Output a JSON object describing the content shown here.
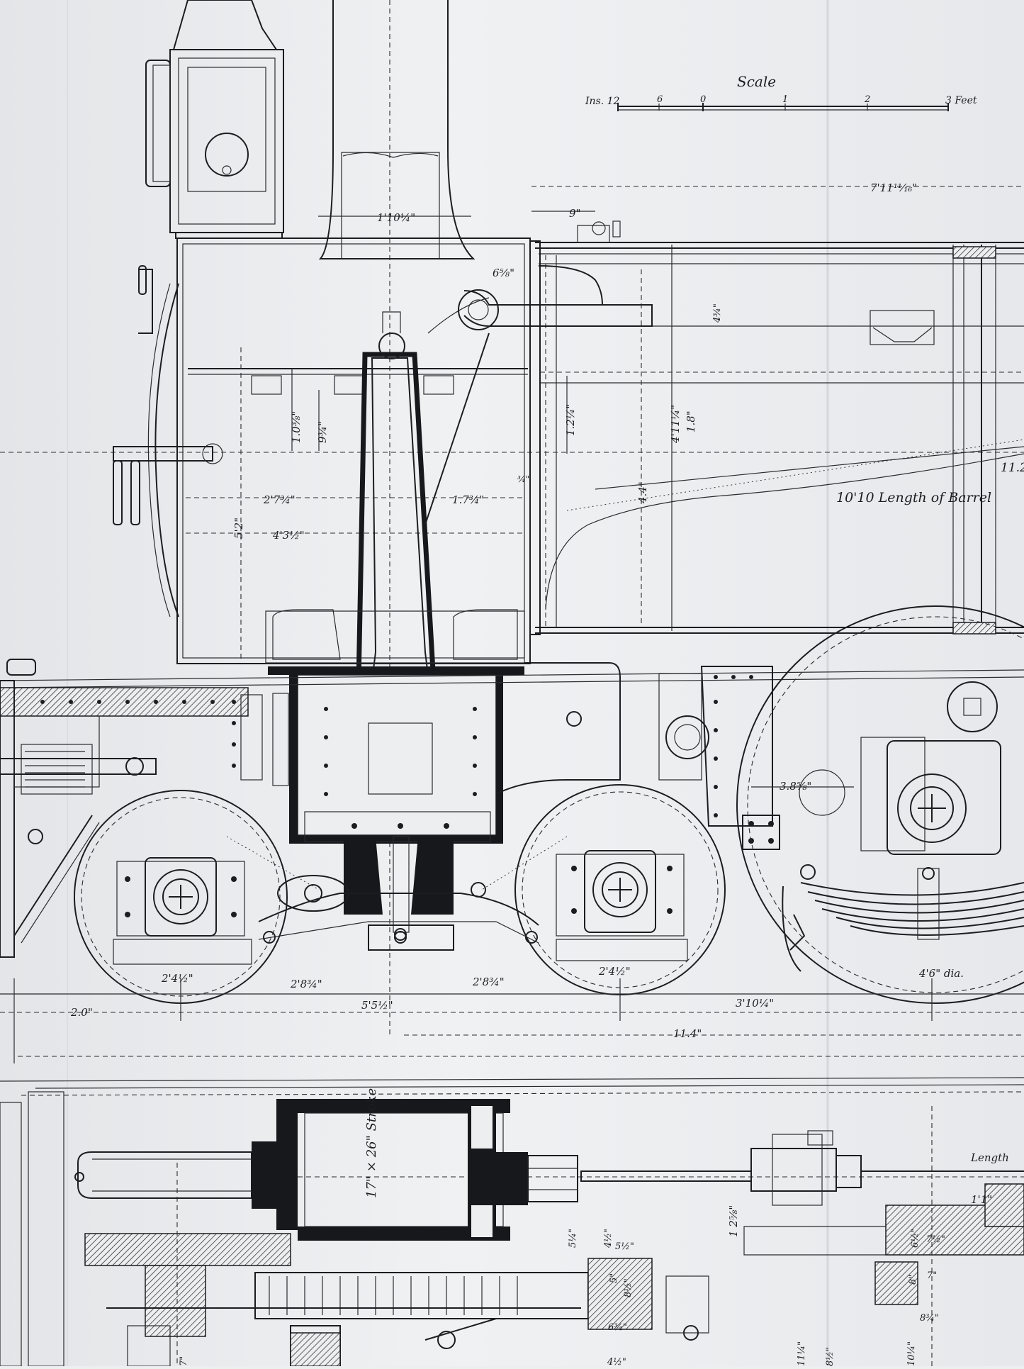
{
  "drawing": {
    "scale": {
      "title": "Scale",
      "left_unit": "Ins. 12",
      "ticks": [
        "6",
        "0",
        "1",
        "2"
      ],
      "right_unit": "3 Feet"
    },
    "dimensions": {
      "chimney_base": "1'10¼\"",
      "overall_top": "7'11¹¹⁄₁₆\"",
      "nine_in": "9\"",
      "six_five_eighths": "6⅝\"",
      "four_three_quarters": "4¾\"",
      "ten_three_eighths": "1.0⅜\"",
      "nine_three_quarters": "9¾\"",
      "one_two_quarter": "1.2¼\"",
      "four_eleven": "4'11¼\"",
      "one_eight": "1.8\"",
      "smokebox_a": "2'7¾\"",
      "smokebox_b": "1.7¾\"",
      "smokebox_width": "4'3½\"",
      "smokebox_height": "5'2\"",
      "four_four": "4.4\"",
      "three_quarter": "¾\"",
      "barrel_length": "10'10 Length of Barrel",
      "barrel_dim": "11.2",
      "axle_offset": "3.8⅝\"",
      "wheel_a": "2'4½\"",
      "wheel_b": "2'4½\"",
      "bogie_a": "2'8¾\"",
      "bogie_b": "2'8¾\"",
      "front": "2.0\"",
      "bogie_wb": "5'5½\"",
      "to_driver": "3'10¼\"",
      "driver_dia": "4'6\" dia.",
      "total": "11.4\"",
      "stroke": "17\" × 26\" Stroke",
      "length": "Length",
      "one_two_five_eighths": "1 2⅝\"",
      "five_quarter": "5¼\"",
      "four_half": "4½\"",
      "five_half": "5½\"",
      "five_five": "5\"",
      "eight_half": "8½\"",
      "six_three_quarters": "6¾\"",
      "four_half_b": "4½\"",
      "one_one": "1'1\"",
      "six_half": "6½\"",
      "seven_half": "7½\"",
      "seven": "7\"",
      "eight": "8\"",
      "eight_three_quarters": "8¾\"",
      "eleven_quarter": "11¼\"",
      "eight_half_b": "8½\"",
      "ten_quarter": "10¼\"",
      "seven_b": "7\""
    }
  }
}
